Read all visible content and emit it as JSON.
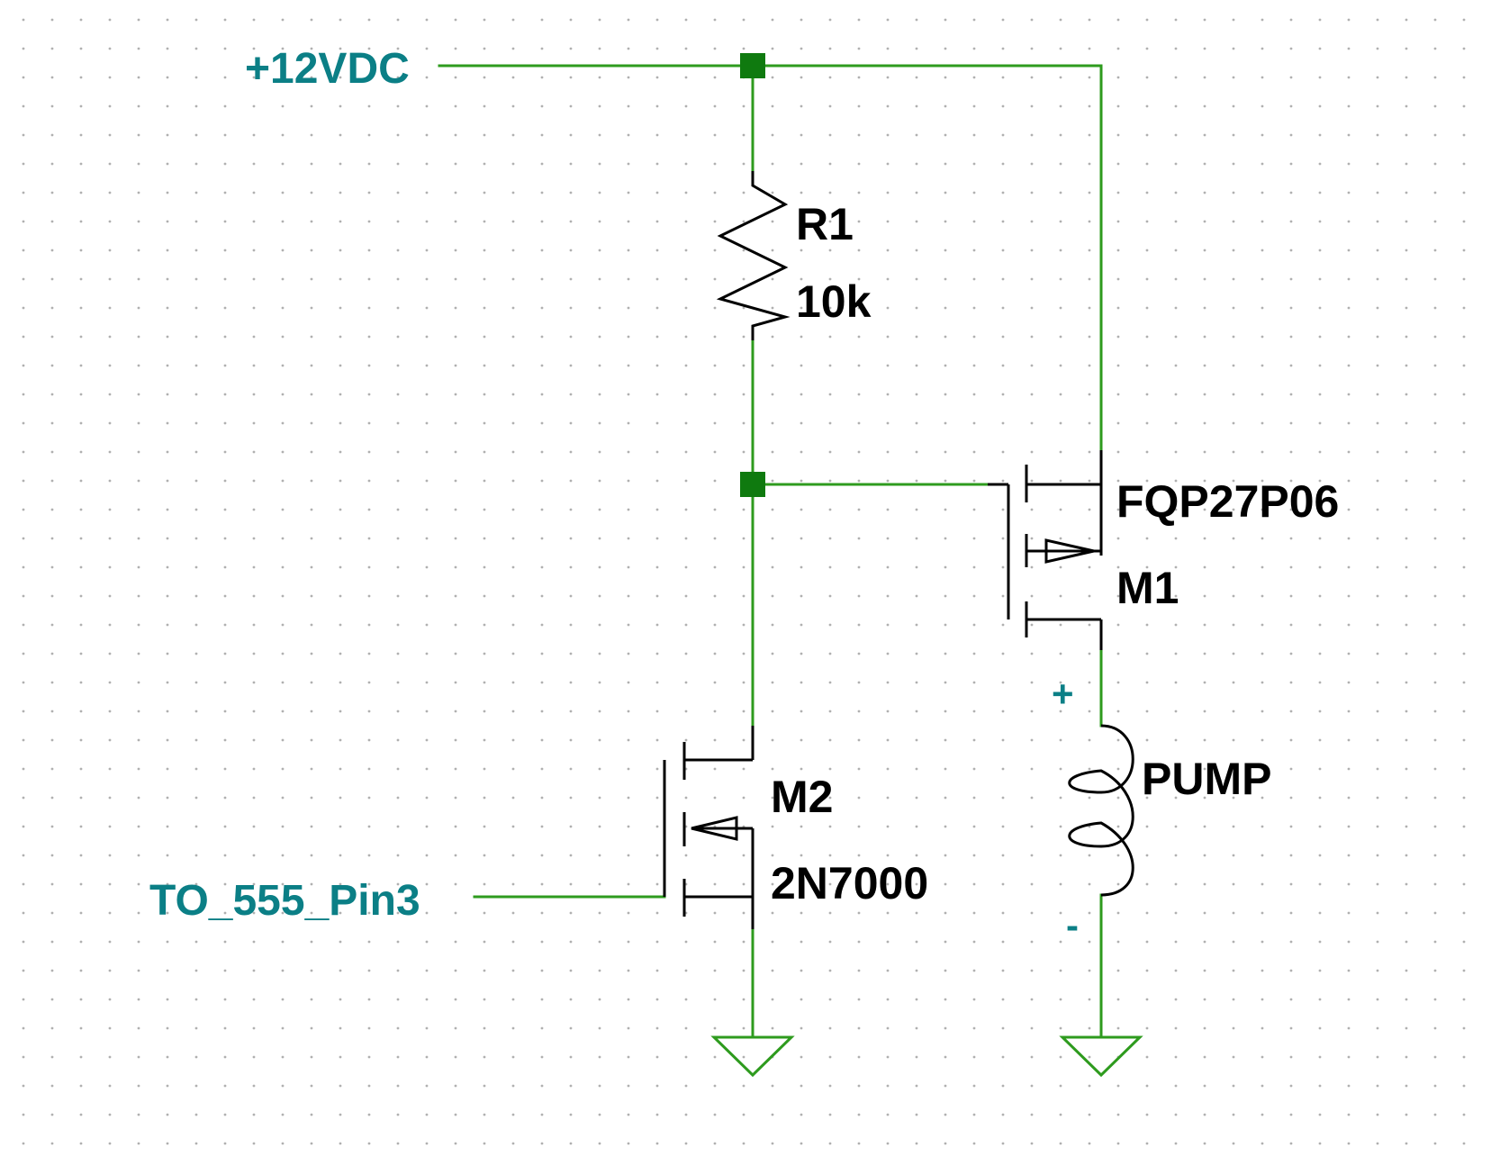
{
  "colors": {
    "background": "#ffffff",
    "grid_dot": "#b0b0b0",
    "wire": "#2e9b1e",
    "junction": "#0f7a0f",
    "component": "#000000",
    "net_label": "#0b7f86"
  },
  "nets": {
    "supply": "+12VDC",
    "input": "TO_555_Pin3"
  },
  "components": {
    "r1": {
      "ref": "R1",
      "value": "10k"
    },
    "m1": {
      "ref": "M1",
      "value": "FQP27P06"
    },
    "m2": {
      "ref": "M2",
      "value": "2N7000"
    },
    "pump": {
      "ref": "PUMP",
      "plus": "+",
      "minus": "-"
    }
  }
}
